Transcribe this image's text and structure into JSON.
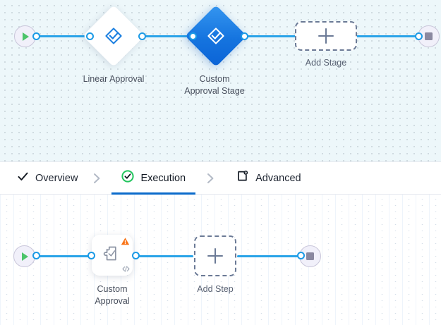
{
  "stage_canvas": {
    "background_color": "#edf7fa",
    "nodes": [
      {
        "name": "start",
        "icon": "play-icon",
        "label": ""
      },
      {
        "name": "linear-approval",
        "icon": "approval-diamond-icon",
        "label": "Linear Approval",
        "state": "default"
      },
      {
        "name": "custom-approval-stage",
        "icon": "approval-diamond-icon",
        "label": "Custom\nApproval Stage",
        "state": "selected"
      },
      {
        "name": "add-stage",
        "icon": "plus-icon",
        "label": "Add Stage"
      },
      {
        "name": "end",
        "icon": "stop-icon",
        "label": ""
      }
    ],
    "add_stage_label": "Add Stage",
    "linear_approval_label": "Linear Approval",
    "custom_approval_stage_label": "Custom\nApproval Stage"
  },
  "tabs": {
    "items": [
      {
        "id": "overview",
        "label": "Overview",
        "icon": "check-icon",
        "active": false,
        "status": "complete"
      },
      {
        "id": "execution",
        "label": "Execution",
        "icon": "check-circle-icon",
        "active": true,
        "status": "valid"
      },
      {
        "id": "advanced",
        "label": "Advanced",
        "icon": "settings-square-icon",
        "active": false,
        "status": "none"
      }
    ],
    "separator_icon": "chevron-right-icon",
    "active_underline_color": "#0b6bcb",
    "valid_badge_color": "#22c55e"
  },
  "step_canvas": {
    "background_color": "#ffffff",
    "nodes": [
      {
        "name": "start",
        "icon": "play-icon",
        "label": ""
      },
      {
        "name": "custom-approval-step",
        "icon": "custom-approval-icon",
        "label": "Custom\nApproval",
        "warning_icon": "warning-triangle-icon",
        "code_icon": "code-icon"
      },
      {
        "name": "add-step",
        "icon": "plus-icon",
        "label": "Add Step"
      },
      {
        "name": "end",
        "icon": "stop-icon",
        "label": ""
      }
    ],
    "custom_approval_label": "Custom\nApproval",
    "add_step_label": "Add Step",
    "warning_color": "#f97316"
  },
  "colors": {
    "edge": "#29a3e8",
    "port_stroke": "#1b9ae6",
    "selected_node": "#1574df",
    "start_play": "#4cc46a",
    "end_stop": "#8a88a0"
  }
}
